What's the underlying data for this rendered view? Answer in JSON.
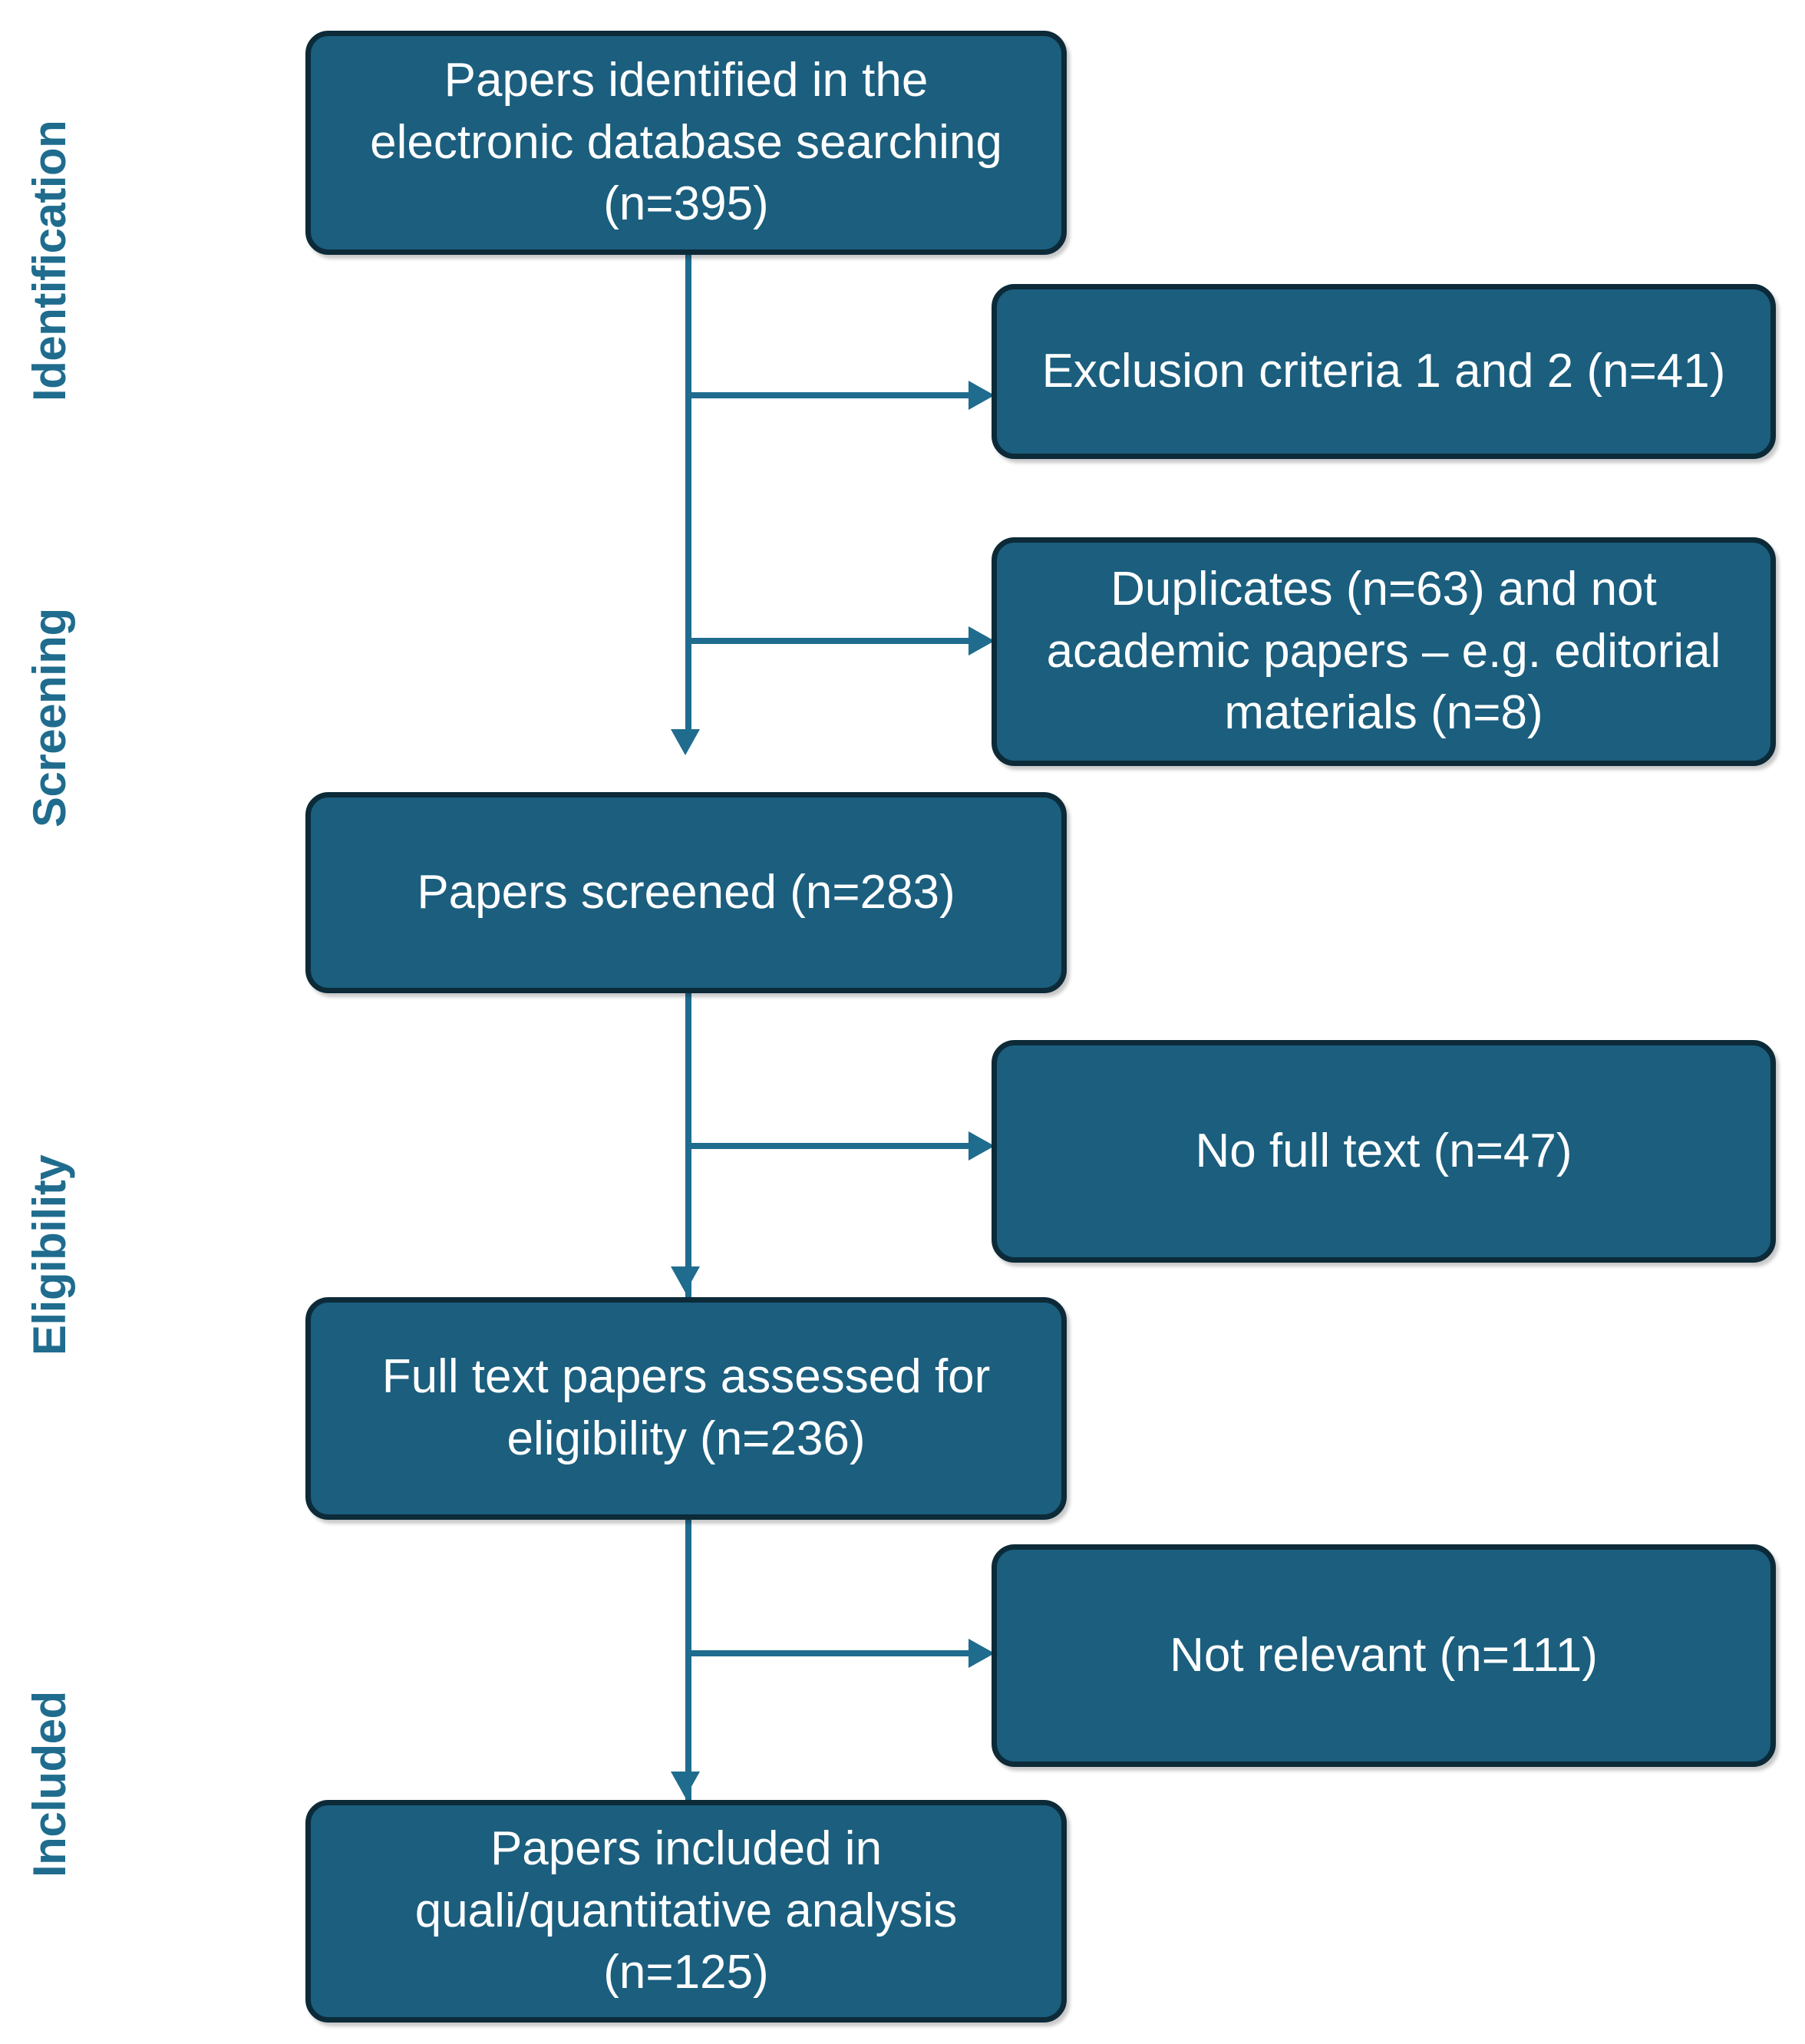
{
  "diagram": {
    "type": "prisma-flow-diagram",
    "accent_color": "#1F6C8E",
    "box_fill_color": "#1B5E7E",
    "box_border_color": "#0C2A38",
    "box_text_color": "#FFFFFF",
    "stages": [
      {
        "id": "identification",
        "label": "Identification"
      },
      {
        "id": "screening",
        "label": "Screening"
      },
      {
        "id": "eligibility",
        "label": "Eligibility"
      },
      {
        "id": "included",
        "label": "Included"
      }
    ],
    "main_boxes": [
      {
        "id": "identified",
        "text": "Papers identified in the electronic database searching (n=395)",
        "n": 395
      },
      {
        "id": "screened",
        "text": "Papers screened (n=283)",
        "n": 283
      },
      {
        "id": "full_text",
        "text": "Full text papers assessed for eligibility (n=236)",
        "n": 236
      },
      {
        "id": "included",
        "text": "Papers included in quali/quantitative analysis (n=125)",
        "n": 125
      }
    ],
    "exclusion_boxes": [
      {
        "id": "exclusion_criteria",
        "text": "Exclusion criteria 1 and 2 (n=41)",
        "n": 41
      },
      {
        "id": "duplicates",
        "text": "Duplicates (n=63) and not academic papers – e.g. editorial materials (n=8)",
        "n": [
          63,
          8
        ]
      },
      {
        "id": "no_full_text",
        "text": "No full text (n=47)",
        "n": 47
      },
      {
        "id": "not_relevant",
        "text": "Not relevant (n=111)",
        "n": 111
      }
    ]
  }
}
